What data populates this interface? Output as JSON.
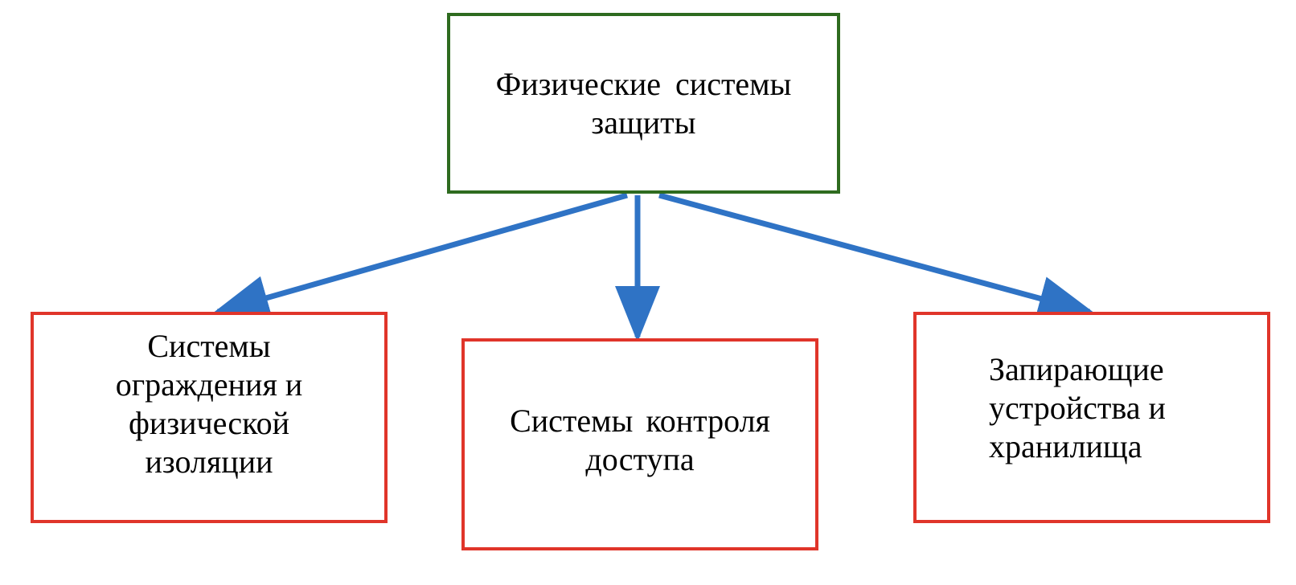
{
  "diagram": {
    "root": {
      "label": "Физические  системы\nзащиты"
    },
    "children": [
      {
        "label": "Системы\nограждения и\nфизической\nизоляции"
      },
      {
        "label": "Системы  контроля\nдоступа"
      },
      {
        "label": "Запирающие\nустройства    и\nхранилища"
      }
    ]
  },
  "colors": {
    "root_border": "#2e6b1f",
    "child_border": "#e0352a",
    "arrow": "#2f73c5"
  }
}
